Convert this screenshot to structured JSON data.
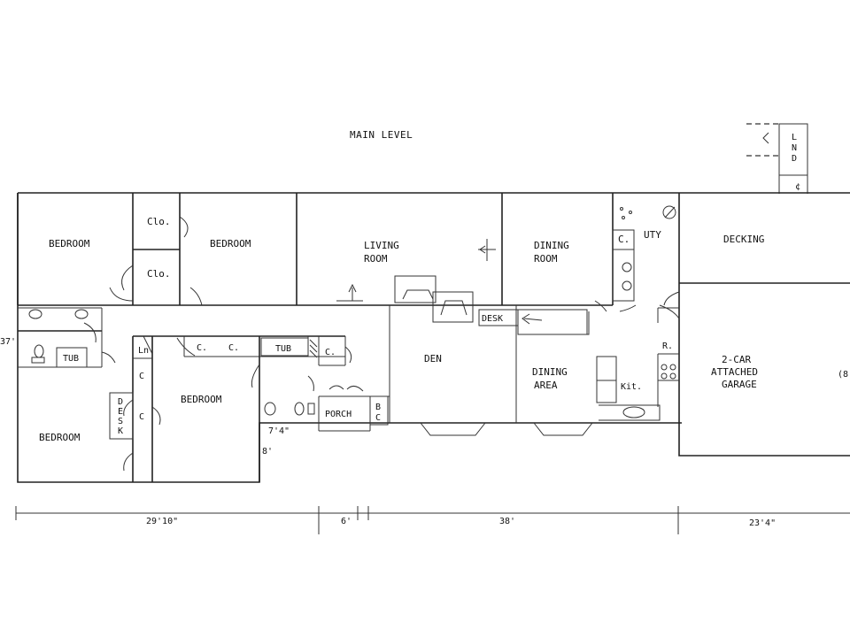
{
  "plan": {
    "title": "MAIN LEVEL",
    "rooms": {
      "bedroom_nw": "BEDROOM",
      "closet_upper": "Clo.",
      "closet_lower": "Clo.",
      "bedroom_n": "BEDROOM",
      "living_room_1": "LIVING",
      "living_room_2": "ROOM",
      "dining_room_1": "DINING",
      "dining_room_2": "ROOM",
      "uty_c": "C.",
      "uty": "UTY",
      "decking": "DECKING",
      "lnd": [
        "L",
        "N",
        "D"
      ],
      "tub_west": "TUB",
      "linen": "Ln",
      "closet_c1": "C",
      "closet_c2": "C",
      "desk_vertical": [
        "D",
        "E",
        "S",
        "K"
      ],
      "closet_c3": "C.",
      "closet_c4": "C.",
      "tub_center": "TUB",
      "closet_c5": "C.",
      "bedroom_center": "BEDROOM",
      "bedroom_sw": "BEDROOM",
      "porch": "PORCH",
      "bc": [
        "B",
        "C"
      ],
      "den": "DEN",
      "desk": "DESK",
      "dining_area_1": "DINING",
      "dining_area_2": "AREA",
      "kit": "Kit.",
      "r": "R.",
      "garage_1": "2-CAR",
      "garage_2": "ATTACHED",
      "garage_3": "GARAGE"
    },
    "dimensions": {
      "left_edge": "37'",
      "hall_74": "7'4\"",
      "hall_8": "8'",
      "right_edge": "(8",
      "bottom_1": "29'10\"",
      "bottom_2": "6'",
      "bottom_3": "38'",
      "bottom_4": "23'4\""
    }
  }
}
